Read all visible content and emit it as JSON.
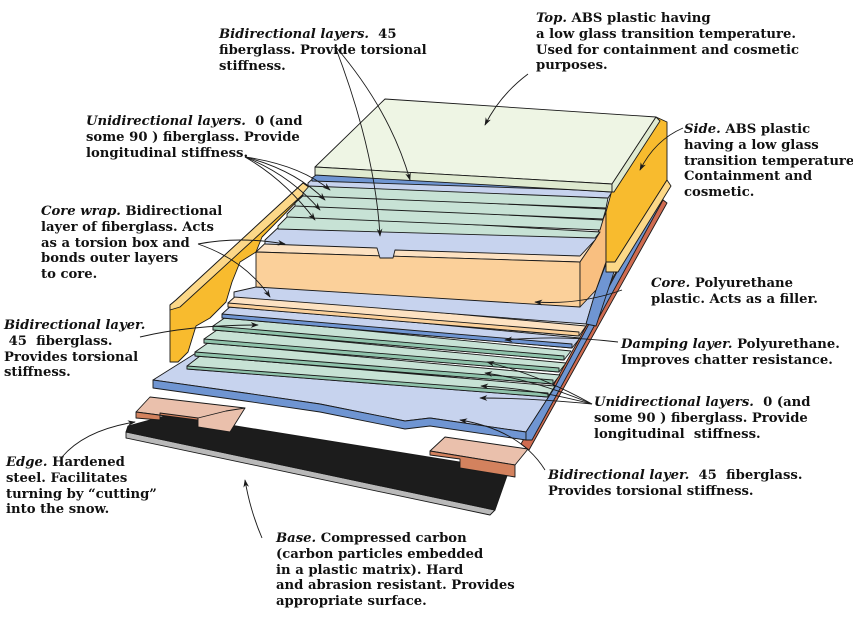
{
  "figure": {
    "subject": "Snowboard / ski layered cross-section (cutaway)",
    "colors": {
      "top": "#eef5e4",
      "top_edge": "#dfead0",
      "side": "#f8bb2e",
      "side_light": "#fcd888",
      "bidirectional_fiberglass": "#c7d3ee",
      "bidirectional_dark": "#6f95d2",
      "unidirectional_fiberglass": "#c7e2d5",
      "unidirectional_dark": "#8fc3ab",
      "core": "#fbd09a",
      "core_light": "#fde2c2",
      "damping": "#fde2c2",
      "edge_steel": "#eac0ac",
      "edge_dark": "#d3825e",
      "base": "#1c1c1c",
      "base_edge": "#b9b9b9",
      "red_side": "#cf6b50"
    }
  },
  "labels": {
    "top": {
      "title": "Top.",
      "lines": [
        "ABS plastic having",
        "a low glass transition temperature.",
        "Used for containment and cosmetic",
        "purposes."
      ]
    },
    "bidirectional_layers_top": {
      "title": "Bidirectional layers.",
      "lines": [
        "45",
        "fiberglass. Provide torsional",
        "stiffness."
      ]
    },
    "unidirectional_layers_top": {
      "title": "Unidirectional layers.",
      "lines": [
        "0  (and",
        "some 90 ) fiberglass. Provide",
        "longitudinal stiffness."
      ]
    },
    "side": {
      "title": "Side.",
      "lines": [
        "ABS plastic",
        "having a low glass",
        "transition temperature.",
        "Containment and",
        "cosmetic."
      ]
    },
    "core_wrap": {
      "title": "Core wrap.",
      "lines": [
        "Bidirectional",
        "layer of fiberglass. Acts",
        "as a torsion box and",
        "bonds outer layers",
        "to core."
      ]
    },
    "core": {
      "title": "Core.",
      "lines": [
        "Polyurethane",
        "plastic. Acts as a filler."
      ]
    },
    "bidirectional_layer_left": {
      "title": "Bidirectional layer.",
      "lines": [
        " 45  fiberglass.",
        "Provides torsional",
        "stiffness."
      ]
    },
    "damping_layer": {
      "title": "Damping layer.",
      "lines": [
        "Polyurethane.",
        "Improves chatter resistance."
      ]
    },
    "unidirectional_layers_bottom": {
      "title": "Unidirectional layers.",
      "lines": [
        "0  (and",
        "some 90 ) fiberglass. Provide",
        "longitudinal  stiffness."
      ]
    },
    "bidirectional_layer_bottom": {
      "title": "Bidirectional layer.",
      "lines": [
        "  45  fiberglass.",
        "Provides torsional stiffness."
      ]
    },
    "edge": {
      "title": "Edge.",
      "lines": [
        "Hardened",
        "steel. Facilitates",
        "turning by “cutting”",
        "into the snow."
      ]
    },
    "base": {
      "title": "Base.",
      "lines": [
        "Compressed carbon",
        "(carbon particles embedded",
        "in a plastic matrix). Hard",
        "and abrasion resistant. Provides",
        "appropriate surface."
      ]
    }
  }
}
